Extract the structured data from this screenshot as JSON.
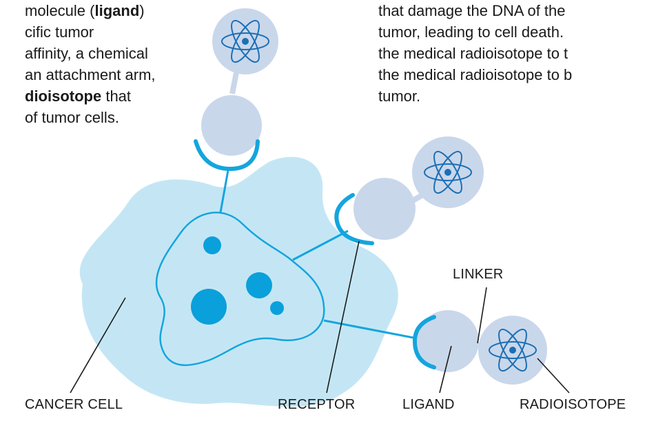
{
  "left_paragraph": {
    "line1": {
      "pre": "molecule (",
      "bold": "ligand",
      "post": ")"
    },
    "line2": "cific tumor",
    "line3": "affinity, a chemical",
    "line4": "an attachment arm,",
    "line5": {
      "bold": "dioisotope",
      "post": " that"
    },
    "line6": "of tumor cells."
  },
  "right_paragraph": {
    "line1": "that damage the DNA of the",
    "line2": "tumor, leading to cell death.",
    "line3": "the medical radioisotope to t",
    "line4": "the medical radioisotope to b",
    "line5": "tumor."
  },
  "labels": {
    "cancer_cell": "CANCER CELL",
    "receptor": "RECEPTOR",
    "ligand": "LIGAND",
    "radioisotope": "RADIOISOTOPE",
    "linker": "LINKER"
  },
  "colors": {
    "cell_body": "#c4e6f4",
    "membrane": "#14a5de",
    "nucleus_dots": "#0aa0db",
    "ligand_circle": "#c9d7eb",
    "radioisotope_circle": "#c9d7eb",
    "atom_icon": "#1b6fb5",
    "leader_lines": "#1a1a1a"
  },
  "icons": [
    "atom-icon"
  ]
}
